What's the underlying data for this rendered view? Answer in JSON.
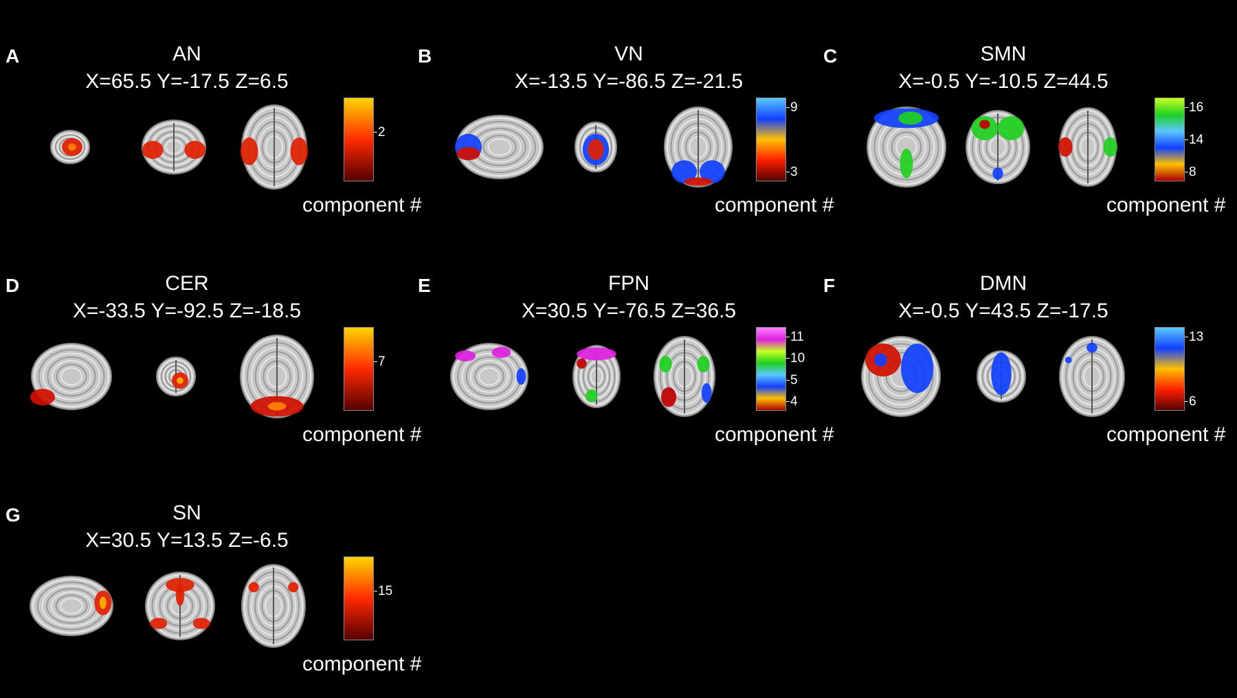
{
  "panels": [
    {
      "letter": "A",
      "network": "AN",
      "coords": "X=65.5 Y=-17.5 Z=6.5",
      "ticks": [
        "2"
      ],
      "colorbar_label": "component #",
      "colors": [
        "#ffd400",
        "#ff2a00",
        "#550000"
      ]
    },
    {
      "letter": "B",
      "network": "VN",
      "coords": "X=-13.5 Y=-86.5 Z=-21.5",
      "ticks": [
        "9",
        "3"
      ],
      "colorbar_label": "component #",
      "colors": [
        "#5ac8ff",
        "#1040ff",
        "#ffc000",
        "#ff2000",
        "#550000"
      ]
    },
    {
      "letter": "C",
      "network": "SMN",
      "coords": "X=-0.5 Y=-10.5 Z=44.5",
      "ticks": [
        "16",
        "14",
        "8"
      ],
      "colorbar_label": "component #",
      "colors": [
        "#c8ff20",
        "#20d020",
        "#5ac8ff",
        "#1040ff",
        "#ffc000",
        "#aa0000"
      ]
    },
    {
      "letter": "D",
      "network": "CER",
      "coords": "X=-33.5 Y=-92.5 Z=-18.5",
      "ticks": [
        "7"
      ],
      "colorbar_label": "component #",
      "colors": [
        "#ffd400",
        "#ff2a00",
        "#550000"
      ]
    },
    {
      "letter": "E",
      "network": "FPN",
      "coords": "X=30.5 Y=-76.5 Z=36.5",
      "ticks": [
        "11",
        "10",
        "5",
        "4"
      ],
      "colorbar_label": "component #",
      "colors": [
        "#ff80ff",
        "#e020e0",
        "#c8ff20",
        "#20d020",
        "#5ac8ff",
        "#1040ff",
        "#ffc000",
        "#aa0000"
      ]
    },
    {
      "letter": "F",
      "network": "DMN",
      "coords": "X=-0.5 Y=43.5 Z=-17.5",
      "ticks": [
        "13",
        "6"
      ],
      "colorbar_label": "component #",
      "colors": [
        "#5ac8ff",
        "#1040ff",
        "#ffc000",
        "#ff2000",
        "#550000"
      ]
    },
    {
      "letter": "G",
      "network": "SN",
      "coords": "X=30.5 Y=13.5 Z=-6.5",
      "ticks": [
        "15"
      ],
      "colorbar_label": "component #",
      "colors": [
        "#ffd400",
        "#ff2a00",
        "#550000"
      ]
    }
  ]
}
